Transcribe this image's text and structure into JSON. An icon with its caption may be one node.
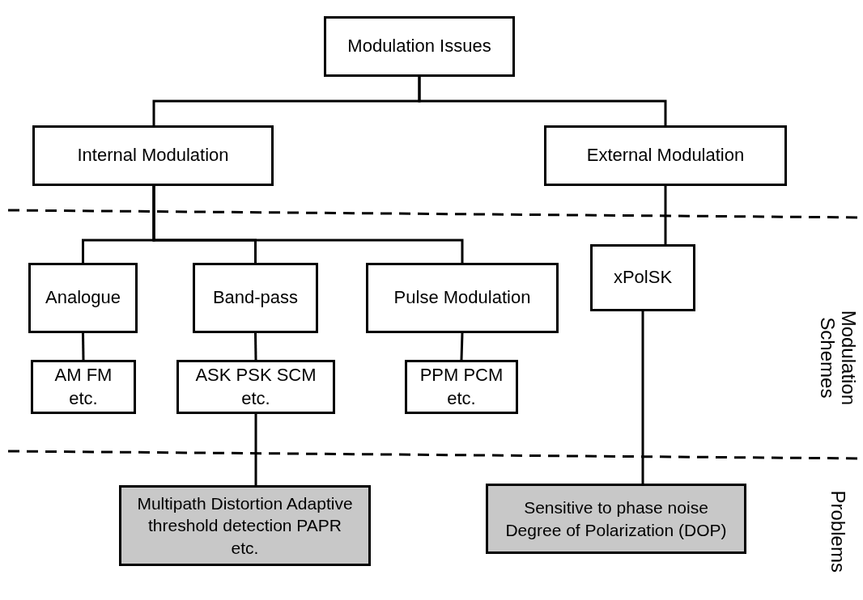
{
  "diagram": {
    "nodes": [
      {
        "text": [
          "Modulation Issues"
        ]
      },
      {
        "text": [
          "Internal Modulation"
        ]
      },
      {
        "text": [
          "External Modulation"
        ]
      },
      {
        "text": [
          "Analogue"
        ]
      },
      {
        "text": [
          "Band-pass"
        ]
      },
      {
        "text": [
          "Pulse Modulation"
        ]
      },
      {
        "text": [
          "xPolSK"
        ]
      },
      {
        "text": [
          "AM FM etc."
        ]
      },
      {
        "text": [
          "ASK PSK SCM etc."
        ]
      },
      {
        "text": [
          "PPM PCM etc."
        ]
      },
      {
        "text": [
          "Multipath Distortion Adaptive threshold detection PAPR etc."
        ]
      },
      {
        "text": [
          "Sensitive to phase noise Degree of Polarization (DOP)"
        ]
      }
    ],
    "edges": [
      {
        "from": 0,
        "to": 1,
        "arrow": "none"
      },
      {
        "from": 0,
        "to": 2,
        "arrow": "none"
      },
      {
        "from": 1,
        "to": 3,
        "arrow": "none"
      },
      {
        "from": 1,
        "to": 4,
        "arrow": "none"
      },
      {
        "from": 1,
        "to": 5,
        "arrow": "none"
      },
      {
        "from": 2,
        "to": 6,
        "arrow": "none"
      },
      {
        "from": 3,
        "to": 7,
        "arrow": "none"
      },
      {
        "from": 4,
        "to": 8,
        "arrow": "none"
      },
      {
        "from": 5,
        "to": 9,
        "arrow": "none"
      },
      {
        "from": 8,
        "to": 10,
        "arrow": "none"
      },
      {
        "from": 6,
        "to": 11,
        "arrow": "none"
      }
    ],
    "labels": [
      "Modulation Schemes",
      "Problems"
    ]
  }
}
